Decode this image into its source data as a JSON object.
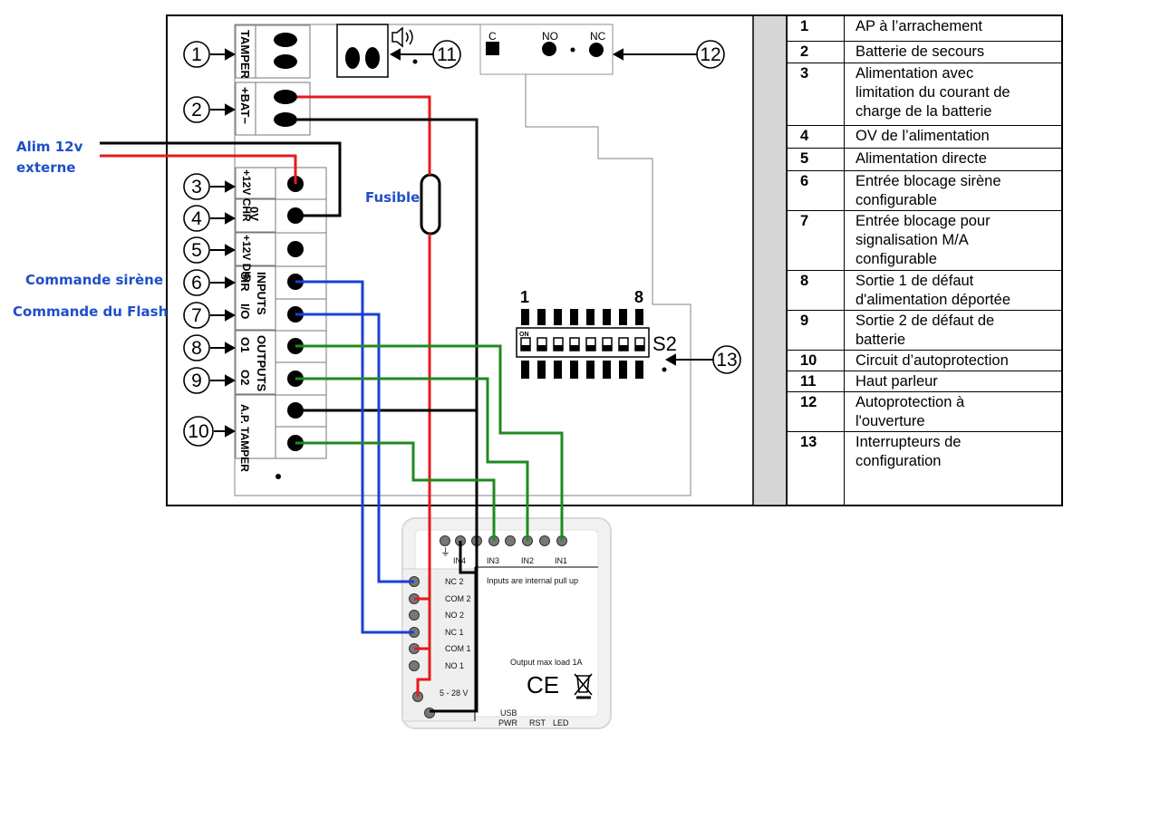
{
  "labels": {
    "alim_line1": "Alim 12v",
    "alim_line2": "externe",
    "fusible": "Fusible",
    "commande_sirene": "Commande sirène",
    "commande_flash": "Commande du Flash"
  },
  "legend": [
    {
      "num": "1",
      "text": "AP à l’arrachement"
    },
    {
      "num": "2",
      "text": "Batterie de secours"
    },
    {
      "num": "3",
      "text": "Alimentation avec\nlimitation du courant de\ncharge de la batterie"
    },
    {
      "num": "4",
      "text": "OV de l’alimentation"
    },
    {
      "num": "5",
      "text": "Alimentation directe"
    },
    {
      "num": "6",
      "text": "Entrée  blocage sirène\nconfigurable"
    },
    {
      "num": "7",
      "text": "Entrée blocage pour\nsignalisation M/A\nconfigurable"
    },
    {
      "num": "8",
      "text": "Sortie 1 de défaut\nd'alimentation déportée"
    },
    {
      "num": "9",
      "text": "Sortie 2 de défaut de\nbatterie"
    },
    {
      "num": "10",
      "text": "Circuit d’autoprotection"
    },
    {
      "num": "11",
      "text": "Haut parleur"
    },
    {
      "num": "12",
      "text": "Autoprotection à\nl'ouverture"
    },
    {
      "num": "13",
      "text": "Interrupteurs de\nconfiguration"
    }
  ],
  "callouts": [
    "1",
    "2",
    "3",
    "4",
    "5",
    "6",
    "7",
    "8",
    "9",
    "10",
    "11",
    "12",
    "13"
  ],
  "terminal_labels": {
    "tamper": "TAMPER",
    "bat": "+BAT−",
    "chr": "+12V CHR",
    "zero_v": "0V",
    "dir": "+12V DIR",
    "sir": "SIR",
    "io": "I/O",
    "inputs": "INPUTS",
    "o1": "O1",
    "o2": "O2",
    "outputs": "OUTPUTS",
    "ap_tamper": "A.P. TAMPER"
  },
  "relay_labels": {
    "c": "C",
    "no": "NO",
    "nc": "NC"
  },
  "switch": {
    "one": "1",
    "eight": "8",
    "on": "ON",
    "name": "S2"
  },
  "module": {
    "ground_symbol": "⏚",
    "in4": "IN4",
    "in3": "IN3",
    "in2": "IN2",
    "in1": "IN1",
    "pullup_note": "Inputs are internal pull up",
    "nc2": "NC 2",
    "com2": "COM 2",
    "no2": "NO 2",
    "nc1": "NC 1",
    "com1": "COM 1",
    "no1": "NO 1",
    "voltage": "5 - 28 V",
    "output_max": "Output max load 1A",
    "ce": "CE",
    "usb": "USB",
    "pwr": "PWR",
    "rst": "RST",
    "led": "LED"
  },
  "colors": {
    "red": "#e31b1b",
    "black": "#000000",
    "blue": "#1a3fd6",
    "green": "#1f8a1f"
  }
}
